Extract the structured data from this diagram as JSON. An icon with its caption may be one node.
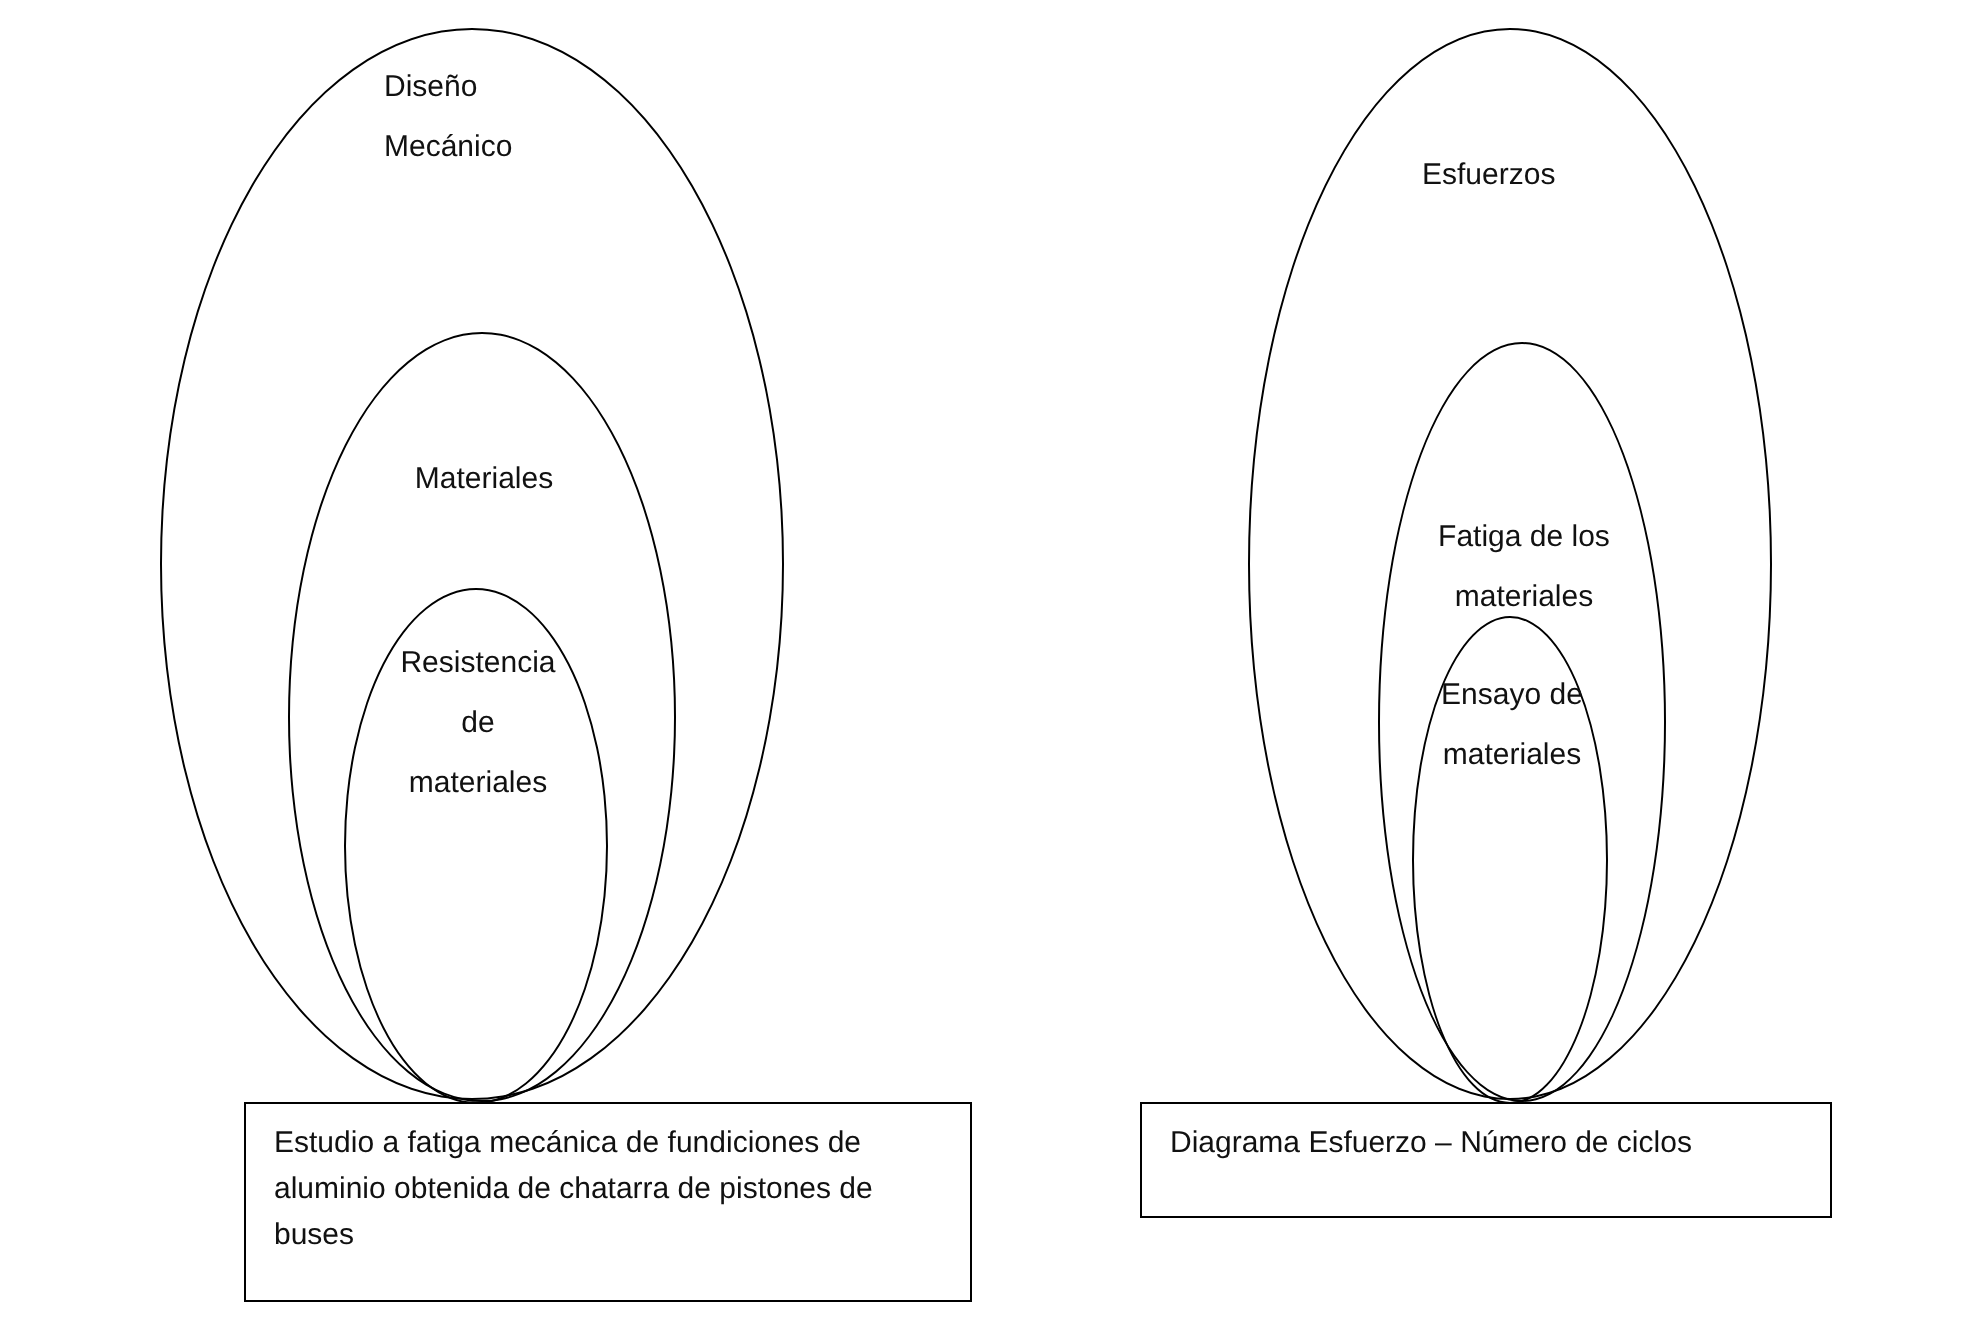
{
  "diagram": {
    "nodes": [
      {
        "text": [
          "Diseño Mecánico"
        ]
      },
      {
        "text": [
          "Materiales"
        ],
        "in": 0
      },
      {
        "text": [
          "Resistencia de materiales"
        ],
        "in": 1
      },
      {
        "text": [
          "Estudio a fatiga mecánica  de fundiciones de aluminio obtenida de chatarra de pistones de buses"
        ]
      },
      {
        "text": [
          "Esfuerzos"
        ]
      },
      {
        "text": [
          "Fatiga de los materiales"
        ],
        "in": 4
      },
      {
        "text": [
          "Ensayo de materiales"
        ],
        "in": 5
      },
      {
        "text": [
          "Diagrama Esfuerzo – Número de ciclos"
        ]
      }
    ],
    "edges": []
  }
}
